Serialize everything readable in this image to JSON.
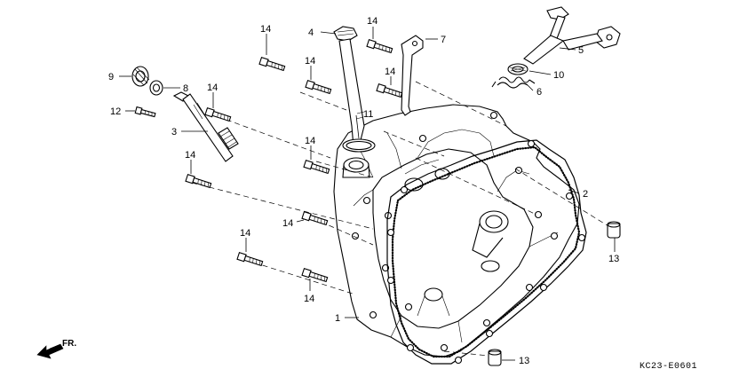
{
  "callouts": {
    "c1": "1",
    "c2": "2",
    "c3": "3",
    "c4": "4",
    "c5": "5",
    "c6": "6",
    "c7": "7",
    "c8": "8",
    "c9": "9",
    "c10": "10",
    "c11": "11",
    "c12": "12",
    "c13": "13",
    "c14": "14"
  },
  "direction_label": "FR.",
  "drawing_code": "KC23-E0601",
  "icons": {
    "front_arrow": "front-direction-arrow-icon"
  }
}
